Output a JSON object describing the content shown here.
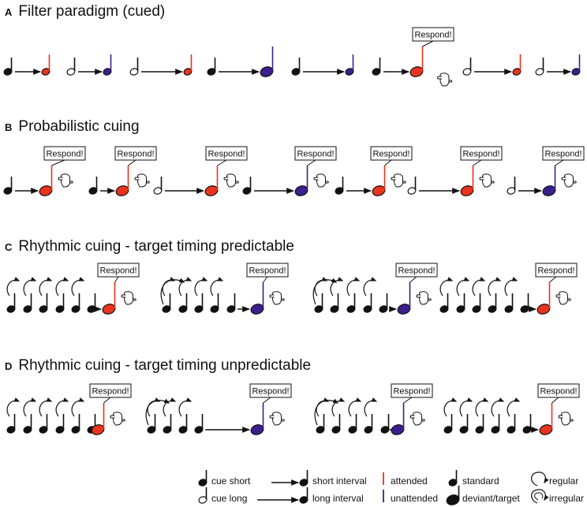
{
  "panels": [
    {
      "letter": "A",
      "title": "Filter paradigm (cued)"
    },
    {
      "letter": "B",
      "title": "Probabilistic cuing"
    },
    {
      "letter": "C",
      "title": "Rhythmic cuing - target timing predictable"
    },
    {
      "letter": "D",
      "title": "Rhythmic cuing - target timing unpredictable"
    }
  ],
  "respond_label": "Respond!",
  "colors": {
    "attended": "#e8341c",
    "unattended": "#3b1f8c",
    "ink": "#111111"
  },
  "legend": {
    "cue_short": "cue short",
    "cue_long": "cue long",
    "short_interval": "short interval",
    "long_interval": "long interval",
    "attended": "attended",
    "unattended": "unattended",
    "standard": "standard",
    "deviant_target": "deviant/target",
    "regular": "regular",
    "irregular": "irregular"
  }
}
